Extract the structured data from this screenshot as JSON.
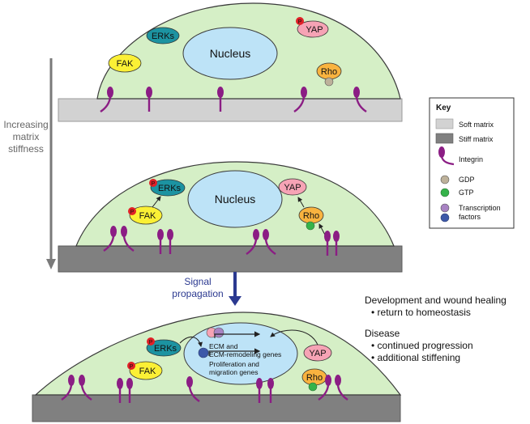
{
  "panel1": {
    "nucleus": "Nucleus",
    "erks": "ERKs",
    "fak": "FAK",
    "yap": "YAP",
    "rho": "Rho",
    "p": "P"
  },
  "side_label": {
    "line1": "Increasing",
    "line2": "matrix",
    "line3": "stiffness"
  },
  "panel2": {
    "nucleus": "Nucleus",
    "erks": "ERKs",
    "fak": "FAK",
    "yap": "YAP",
    "rho": "Rho",
    "p": "P"
  },
  "signal": {
    "line1": "Signal",
    "line2": "propagation"
  },
  "panel3": {
    "erks": "ERKs",
    "fak": "FAK",
    "yap": "YAP",
    "rho": "Rho",
    "p": "P",
    "gene1_line1": "ECM and",
    "gene1_line2": "ECM-remodeling genes",
    "gene2_line1": "Proliferation and",
    "gene2_line2": "migration genes"
  },
  "outcomes": {
    "dev_title": "Development and wound healing",
    "dev_bullet1": "• return to homeostasis",
    "disease_title": "Disease",
    "disease_bullet1": "• continued progression",
    "disease_bullet2": "• additional stiffening"
  },
  "key": {
    "title": "Key",
    "soft_matrix": "Soft matrix",
    "stiff_matrix": "Stiff matrix",
    "integrin": "Integrin",
    "gdp": "GDP",
    "gtp": "GTP",
    "tf_line1": "Transcription",
    "tf_line2": "factors"
  },
  "colors": {
    "cell": "#d5efc6",
    "nucleus": "#bde3f7",
    "soft_matrix": "#d2d2d2",
    "stiff_matrix": "#808080",
    "erks": "#1c93a1",
    "fak": "#fbf035",
    "yap": "#f6a3b5",
    "rho": "#f9b33f",
    "integrin": "#8b1d84",
    "phospho": "#e02027",
    "gdp": "#bdb19a",
    "gtp": "#35b34a",
    "tf_blue": "#3d58a8",
    "tf_purple": "#a883c3",
    "arrow_blue": "#2b3990"
  }
}
